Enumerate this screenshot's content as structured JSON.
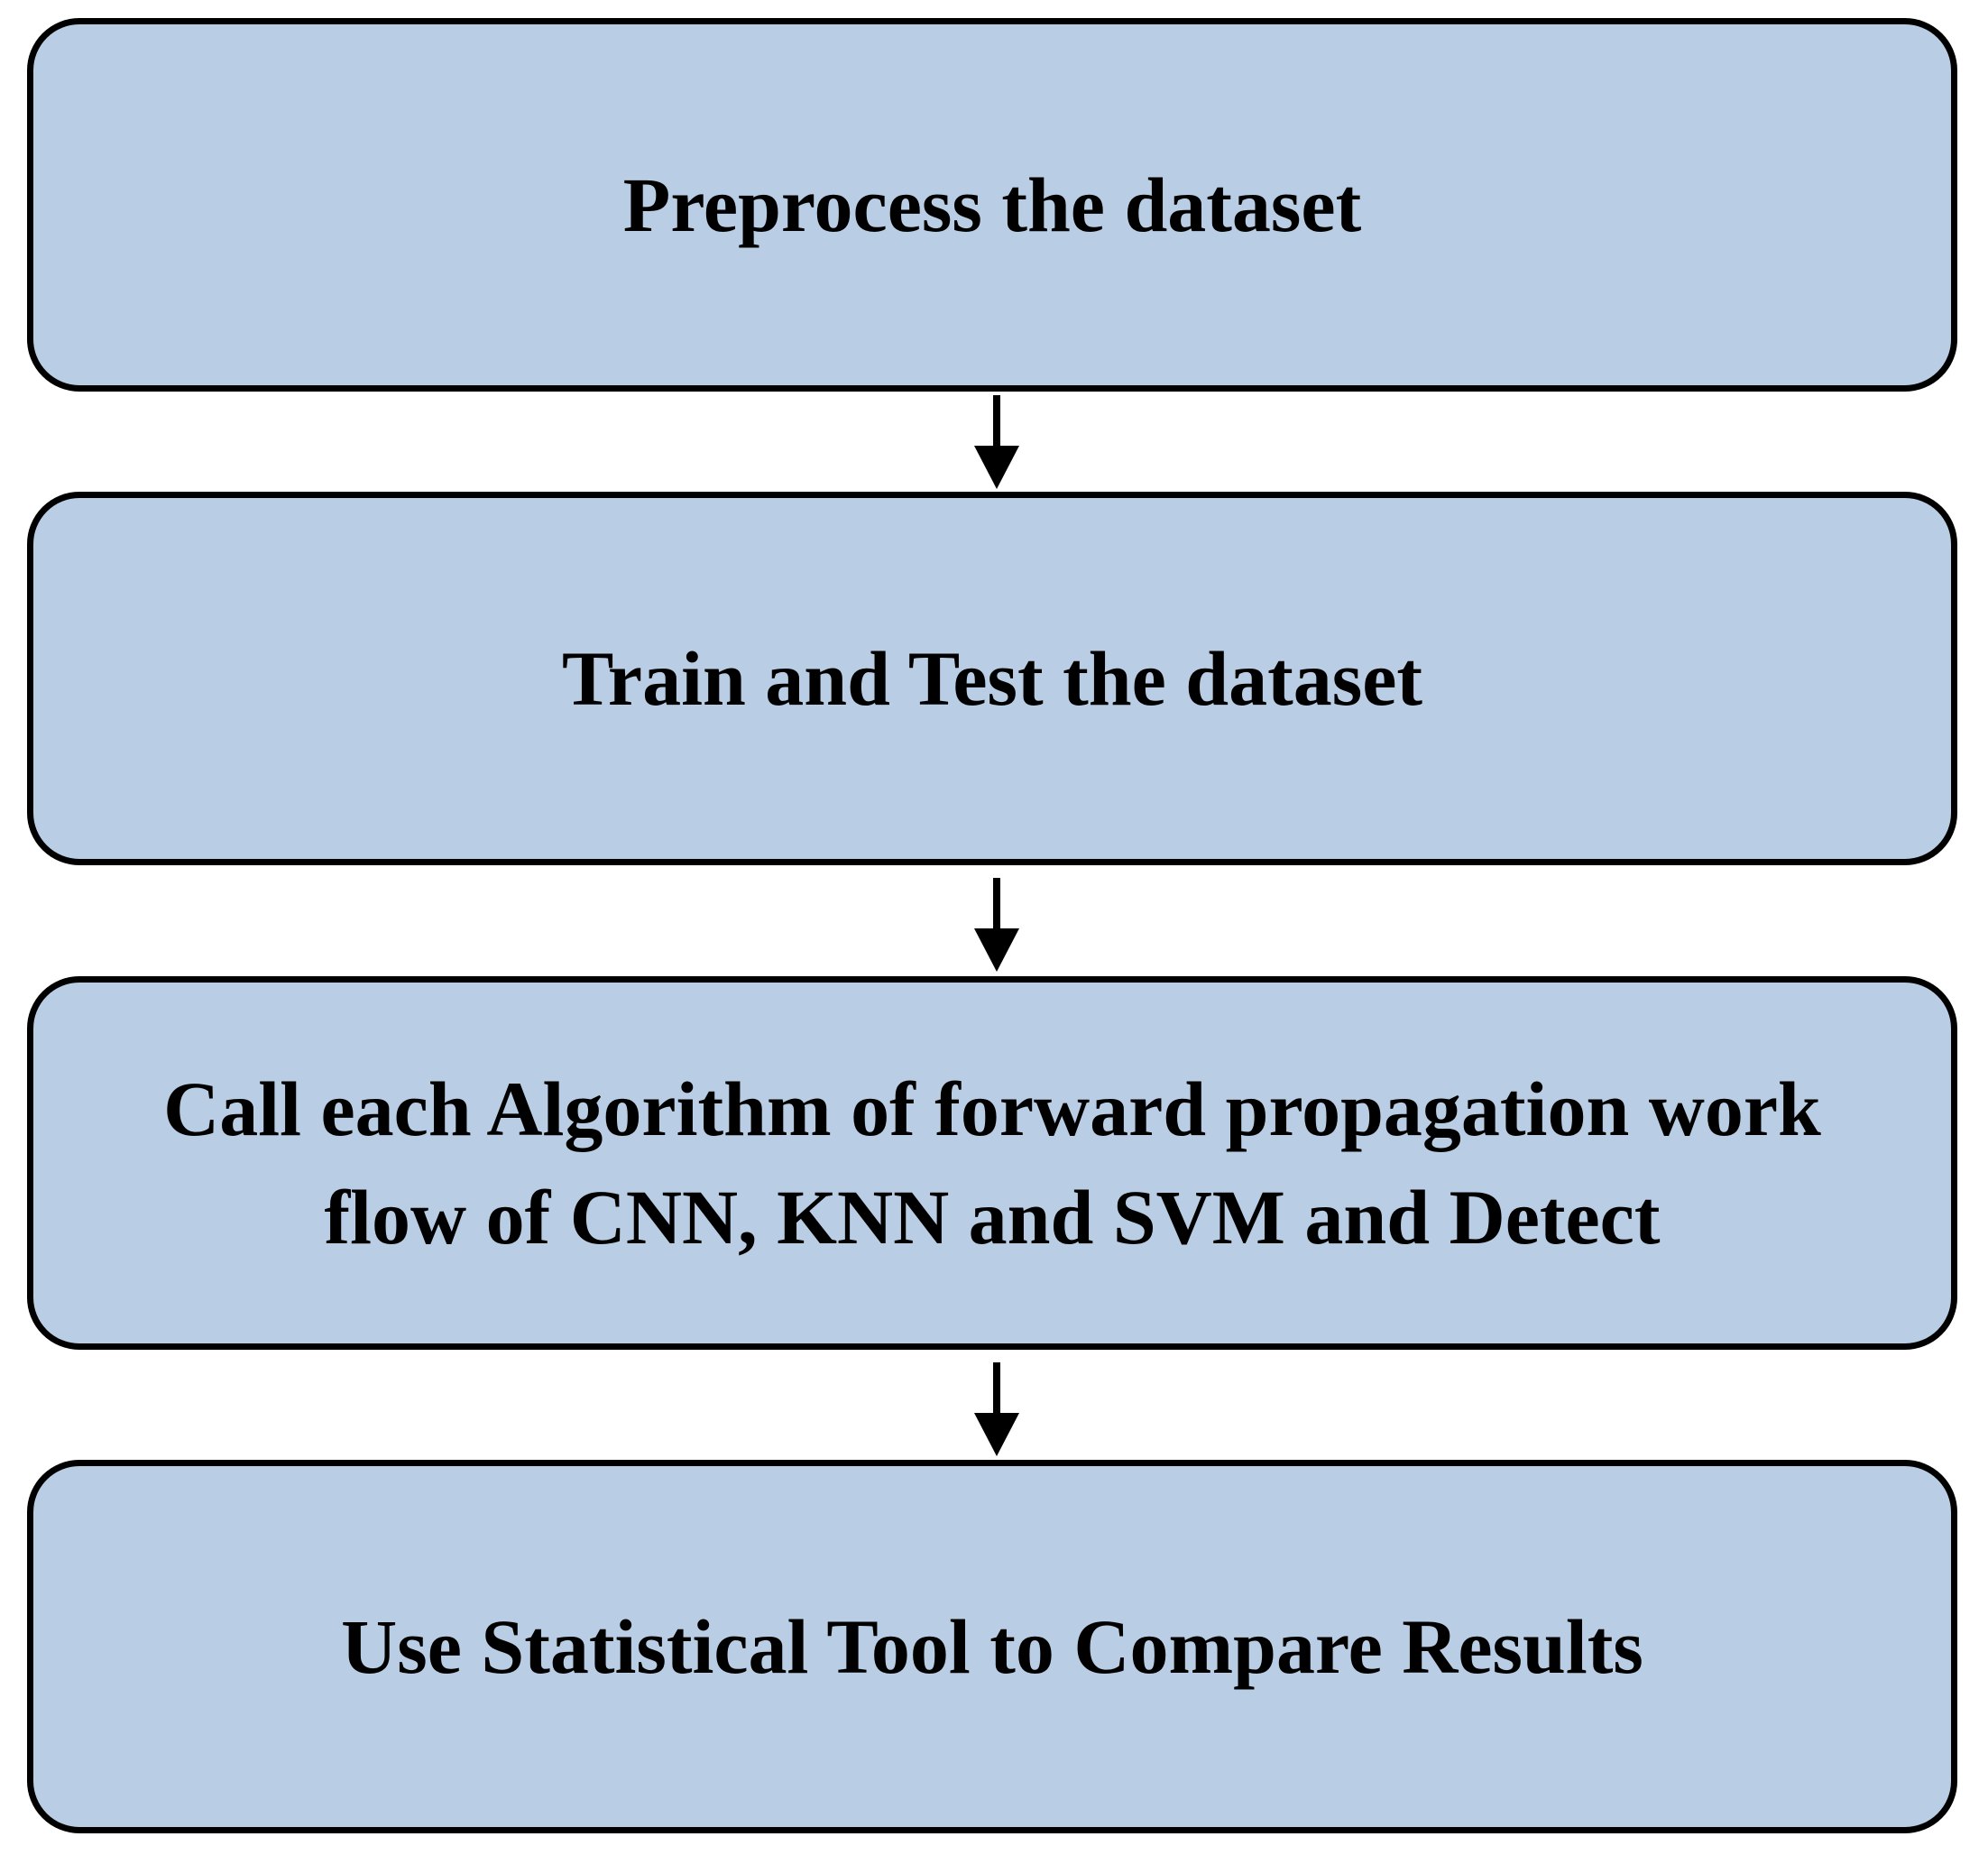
{
  "flowchart": {
    "steps": [
      {
        "label": "Preprocess the dataset"
      },
      {
        "label": "Train and Test the dataset"
      },
      {
        "label": "Call each Algorithm of forward propagation work\nflow of CNN, KNN and SVM and Detect"
      },
      {
        "label": "Use Statistical Tool to Compare Results"
      }
    ],
    "colors": {
      "box_fill": "#b9cde4",
      "box_border": "#000000",
      "arrow": "#000000",
      "text": "#000000"
    }
  }
}
